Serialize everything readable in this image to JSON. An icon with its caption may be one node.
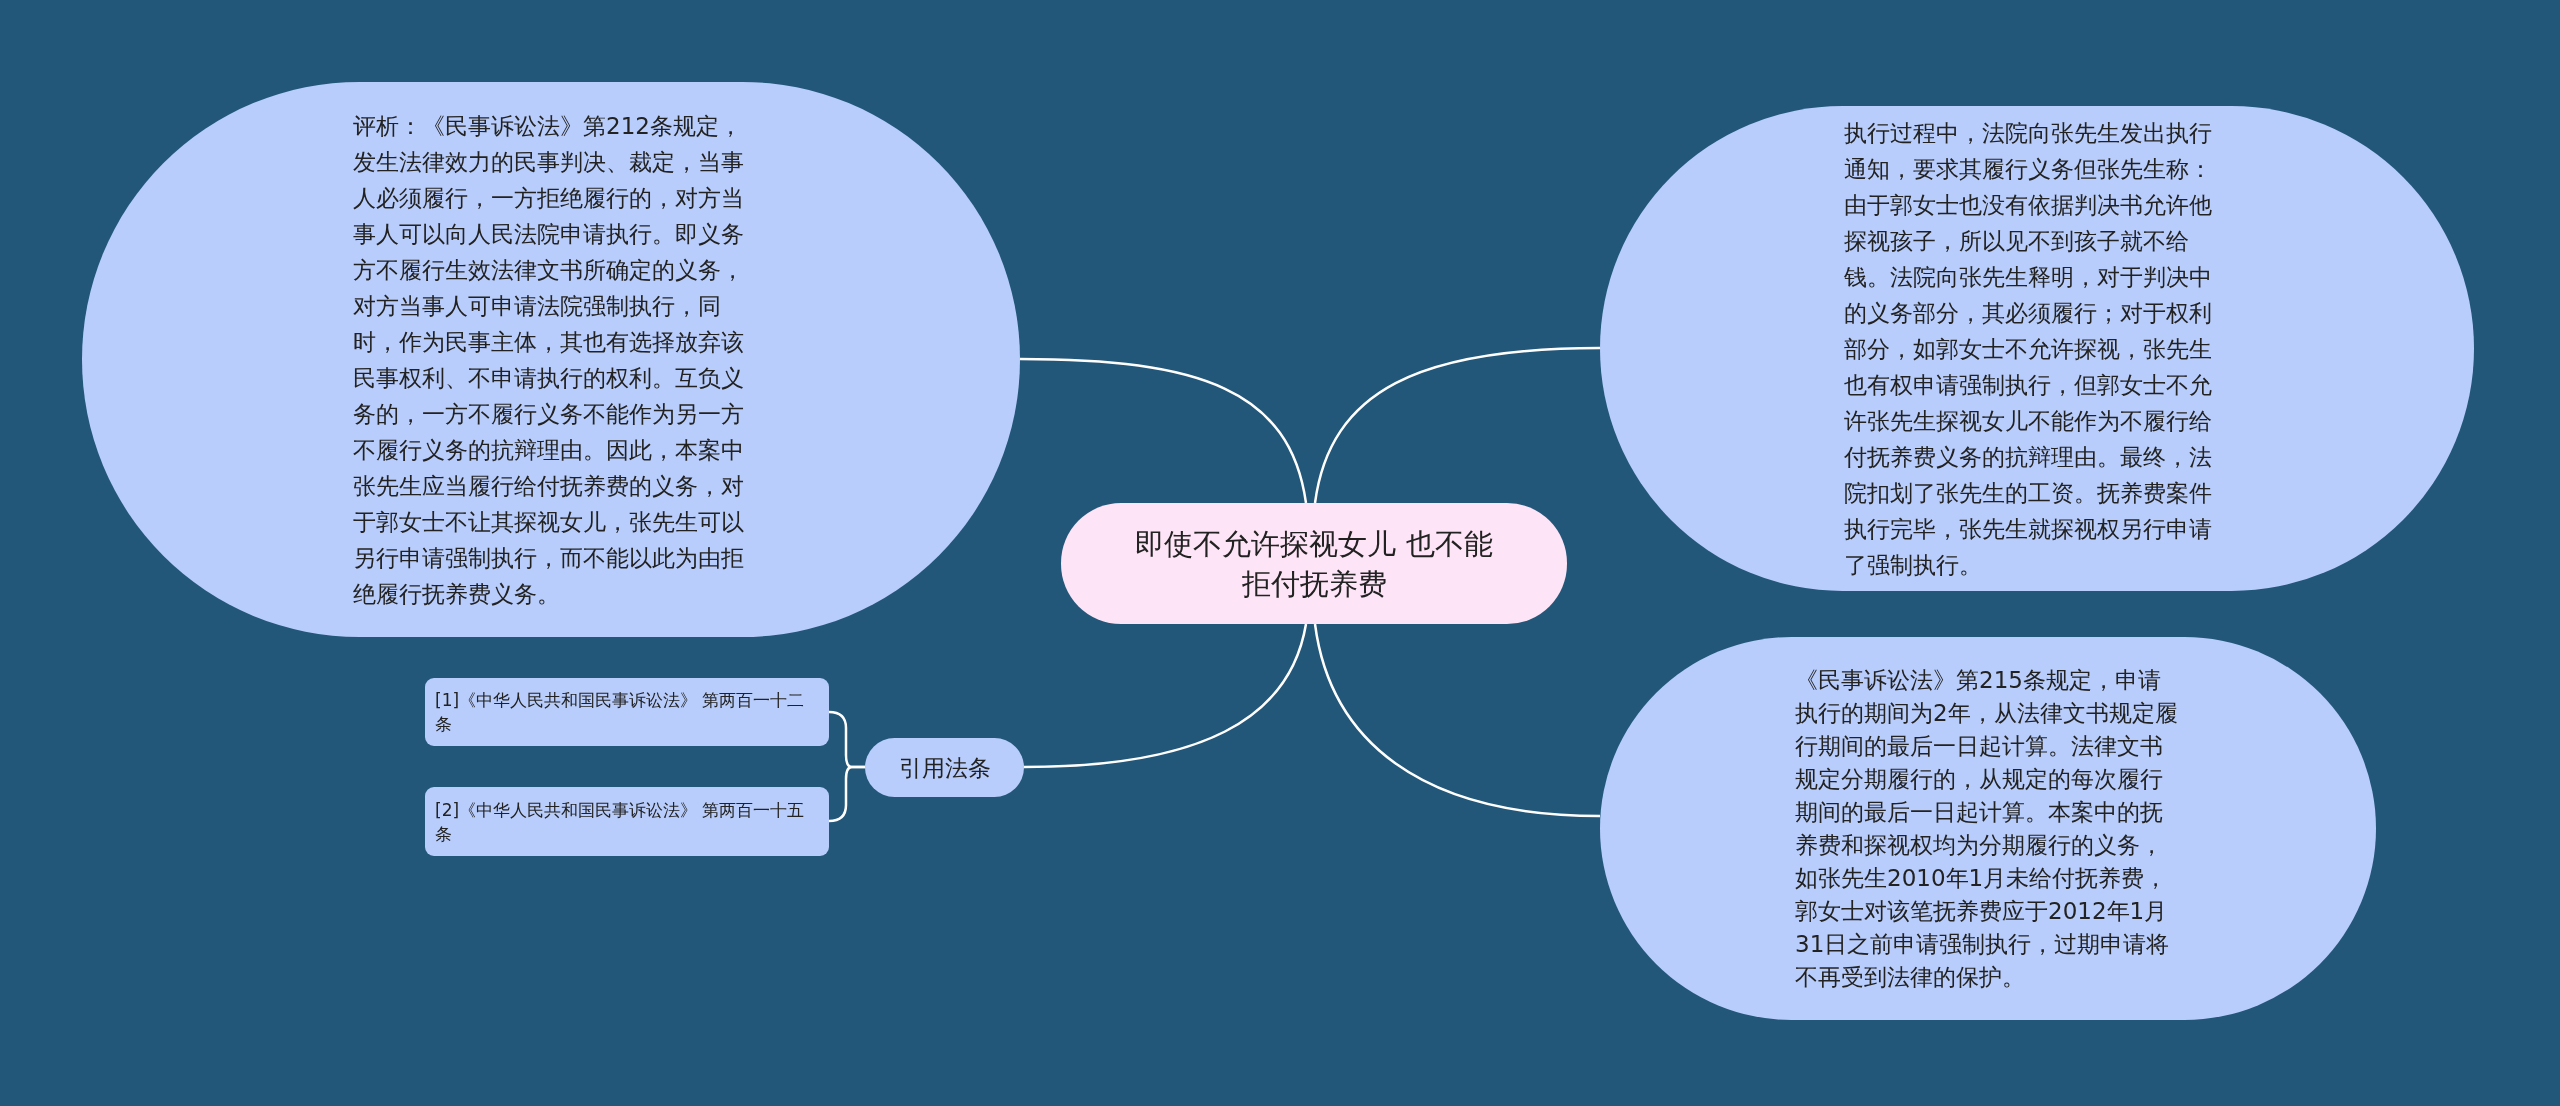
{
  "diagram": {
    "nodes": [
      {
        "text": [
          "即使不允许探视女儿 也不能拒付抚养费"
        ]
      },
      {
        "text": [
          "评析：《民事诉讼法》第212条规定，发生法律效力的民事判决、裁定，当事人必须履行，一方拒绝履行的，对方当事人可以向人民法院申请执行。即义务方不履行生效法律文书所确定的义务，对方当事人可申请法院强制执行，同时，作为民事主体，其也有选择放弃该民事权利、不申请执行的权利。互负义务的，一方不履行义务不能作为另一方不履行义务的抗辩理由。因此，本案中张先生应当履行给付抚养费的义务，对于郭女士不让其探视女儿，张先生可以另行申请强制执行，而不能以此为由拒绝履行抚养费义务。"
        ]
      },
      {
        "text": [
          "执行过程中，法院向张先生发出执行通知，要求其履行义务但张先生称：由于郭女士也没有依据判决书允许他探视孩子，所以见不到孩子就不给钱。法院向张先生释明，对于判决中的义务部分，其必须履行；对于权利部分，如郭女士不允许探视，张先生也有权申请强制执行，但郭女士不允许张先生探视女儿不能作为不履行给付抚养费义务的抗辩理由。最终，法院扣划了张先生的工资。抚养费案件执行完毕，张先生就探视权另行申请了强制执行。"
        ]
      },
      {
        "text": [
          "《民事诉讼法》第215条规定，申请执行的期间为2年，从法律文书规定履行期间的最后一日起计算。法律文书规定分期履行的，从规定的每次履行期间的最后一日起计算。本案中的抚养费和探视权均为分期履行的义务，如张先生2010年1月未给付抚养费，郭女士对该笔抚养费应于2012年1月31日之前申请强制执行，过期申请将不再受到法律的保护。"
        ]
      },
      {
        "text": [
          "引用法条"
        ]
      },
      {
        "text": [
          "[1]《中华人民共和国民事诉讼法》 第两百一十二条"
        ]
      },
      {
        "text": [
          "[2]《中华人民共和国民事诉讼法》 第两百一十五条"
        ]
      }
    ],
    "edges": [
      {
        "from": 0,
        "to": 1,
        "arrow": "none"
      },
      {
        "from": 0,
        "to": 2,
        "arrow": "none"
      },
      {
        "from": 0,
        "to": 3,
        "arrow": "none"
      },
      {
        "from": 0,
        "to": 4,
        "arrow": "none"
      },
      {
        "from": 4,
        "to": 5,
        "arrow": "none"
      },
      {
        "from": 4,
        "to": 6,
        "arrow": "none"
      }
    ]
  }
}
